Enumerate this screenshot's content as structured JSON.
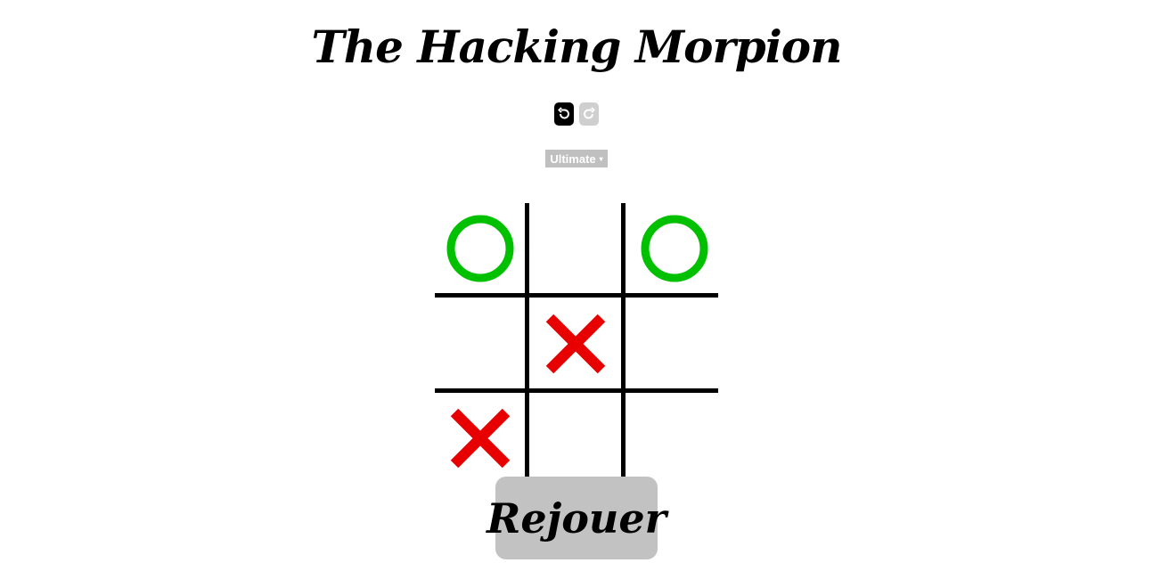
{
  "header": {
    "title": "The Hacking Morpion"
  },
  "history": {
    "undo_icon": "undo-icon",
    "redo_icon": "redo-icon",
    "undo_enabled": true,
    "redo_enabled": false
  },
  "mode": {
    "selected": "Ultimate",
    "caret": "▾"
  },
  "board": {
    "cells": [
      [
        "O",
        "",
        "O"
      ],
      [
        "",
        "X",
        ""
      ],
      [
        "X",
        "",
        ""
      ]
    ],
    "colors": {
      "o": "#00c000",
      "x": "#e80000",
      "grid": "#000000"
    }
  },
  "actions": {
    "replay_label": "Rejouer"
  }
}
